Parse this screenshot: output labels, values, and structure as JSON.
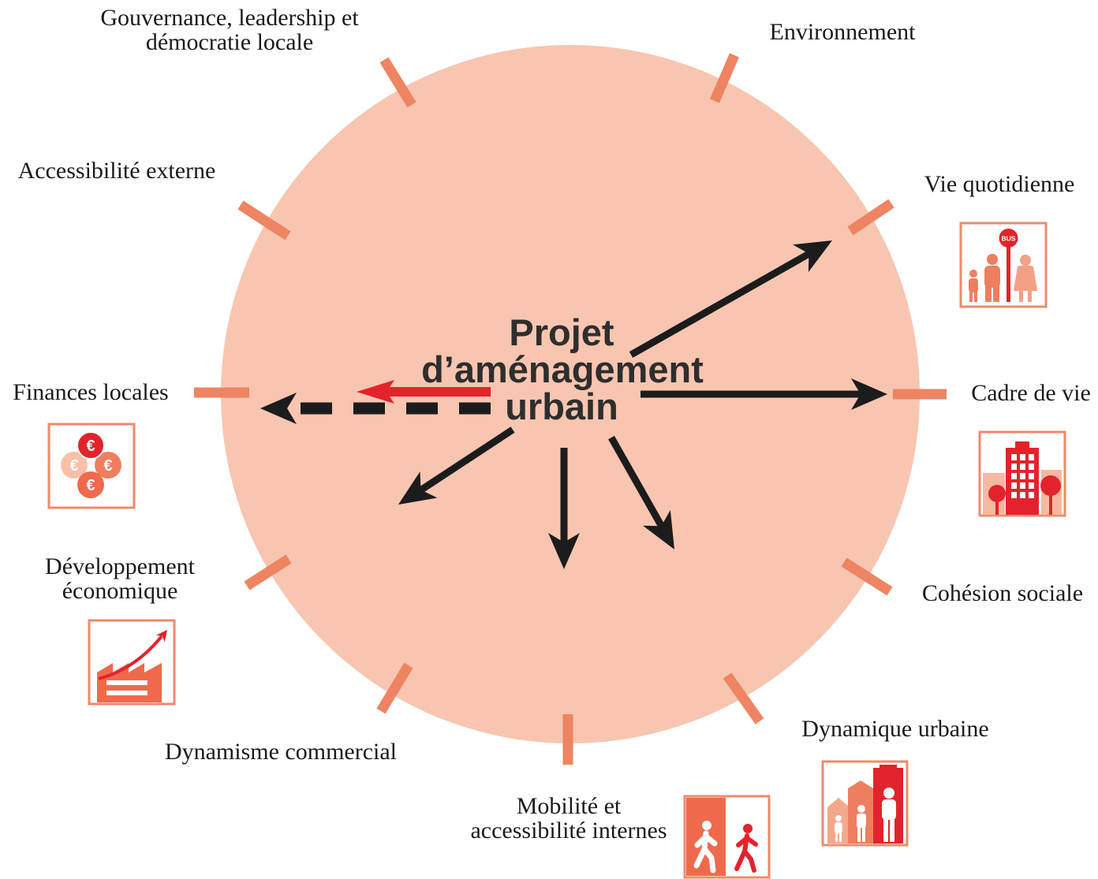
{
  "center_title": [
    "Projet",
    "d’aménagement",
    "urbain"
  ],
  "dimensions": {
    "gouvernance": {
      "label": [
        "Gouvernance, leadership et",
        "démocratie locale"
      ]
    },
    "environnement": {
      "label": [
        "Environnement"
      ]
    },
    "accessibilite_externe": {
      "label": [
        "Accessibilité externe"
      ]
    },
    "vie_quotidienne": {
      "label": [
        "Vie quotidienne"
      ],
      "icon": "bus-stop-family-icon",
      "icon_text": "BUS"
    },
    "finances_locales": {
      "label": [
        "Finances locales"
      ],
      "icon": "euro-coins-icon",
      "icon_text": "€"
    },
    "cadre_de_vie": {
      "label": [
        "Cadre de vie"
      ],
      "icon": "building-trees-icon"
    },
    "developpement_economique": {
      "label": [
        "Développement",
        "économique"
      ],
      "icon": "factory-growth-icon"
    },
    "cohesion_sociale": {
      "label": [
        "Cohésion sociale"
      ]
    },
    "dynamisme_commercial": {
      "label": [
        "Dynamisme commercial"
      ]
    },
    "dynamique_urbaine": {
      "label": [
        "Dynamique urbaine"
      ],
      "icon": "buildings-people-icon"
    },
    "mobilite_accessibilite_internes": {
      "label": [
        "Mobilité et",
        "accessibilité internes"
      ],
      "icon": "walking-people-icon"
    }
  },
  "colors": {
    "circle": "#f8c5b0",
    "tick": "#ee8462",
    "arrow": "#1c1c1c",
    "red_arrow": "#e3232b",
    "center_text": "#2e2e2e",
    "icon_border": "#ee8a6b",
    "icon_red": "#e3232b",
    "icon_salmon": "#ef7e5e",
    "icon_pale": "#f6b8a0"
  }
}
